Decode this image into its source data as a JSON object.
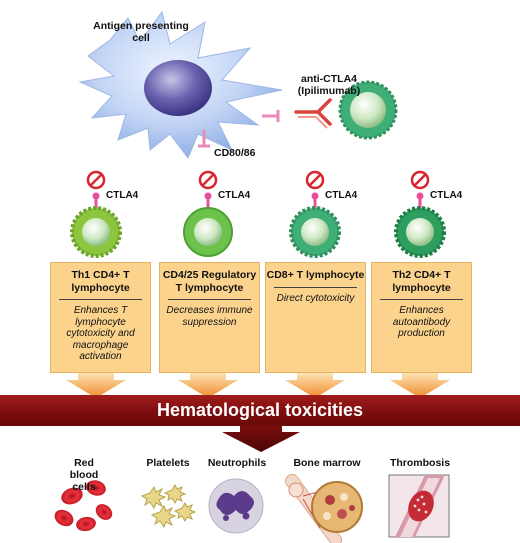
{
  "apc": {
    "label": "Antigen presenting cell"
  },
  "receptor_label": "CD80/86",
  "antibody": {
    "label": "anti-CTLA4 (Ipilimumab)"
  },
  "ctla4_label": "CTLA4",
  "cells": [
    {
      "title": "Th1 CD4+ T lymphocyte",
      "description": "Enhances T lymphocyte cytotoxicity and macrophage activation",
      "color": "#8cc63f"
    },
    {
      "title": "CD4/25 Regulatory T lymphocyte",
      "description": "Decreases immune suppression",
      "color": "#6cc24a"
    },
    {
      "title": "CD8+ T lymphocyte",
      "description": "Direct cytotoxicity",
      "color": "#3fae77"
    },
    {
      "title": "Th2 CD4+ T lymphocyte",
      "description": "Enhances autoantibody production",
      "color": "#2e9e5e"
    }
  ],
  "banner": {
    "text": "Hematological toxicities",
    "color": "#8b1414"
  },
  "outcomes": [
    "Red blood cells",
    "Platelets",
    "Neutrophils",
    "Bone marrow",
    "Thrombosis"
  ],
  "icons": [
    "apc-cell-icon",
    "t-cell-icon",
    "block-sign-icon",
    "antibody-icon",
    "red-blood-cell-icon",
    "platelet-icon",
    "neutrophil-icon",
    "bone-marrow-icon",
    "thrombosis-icon"
  ]
}
